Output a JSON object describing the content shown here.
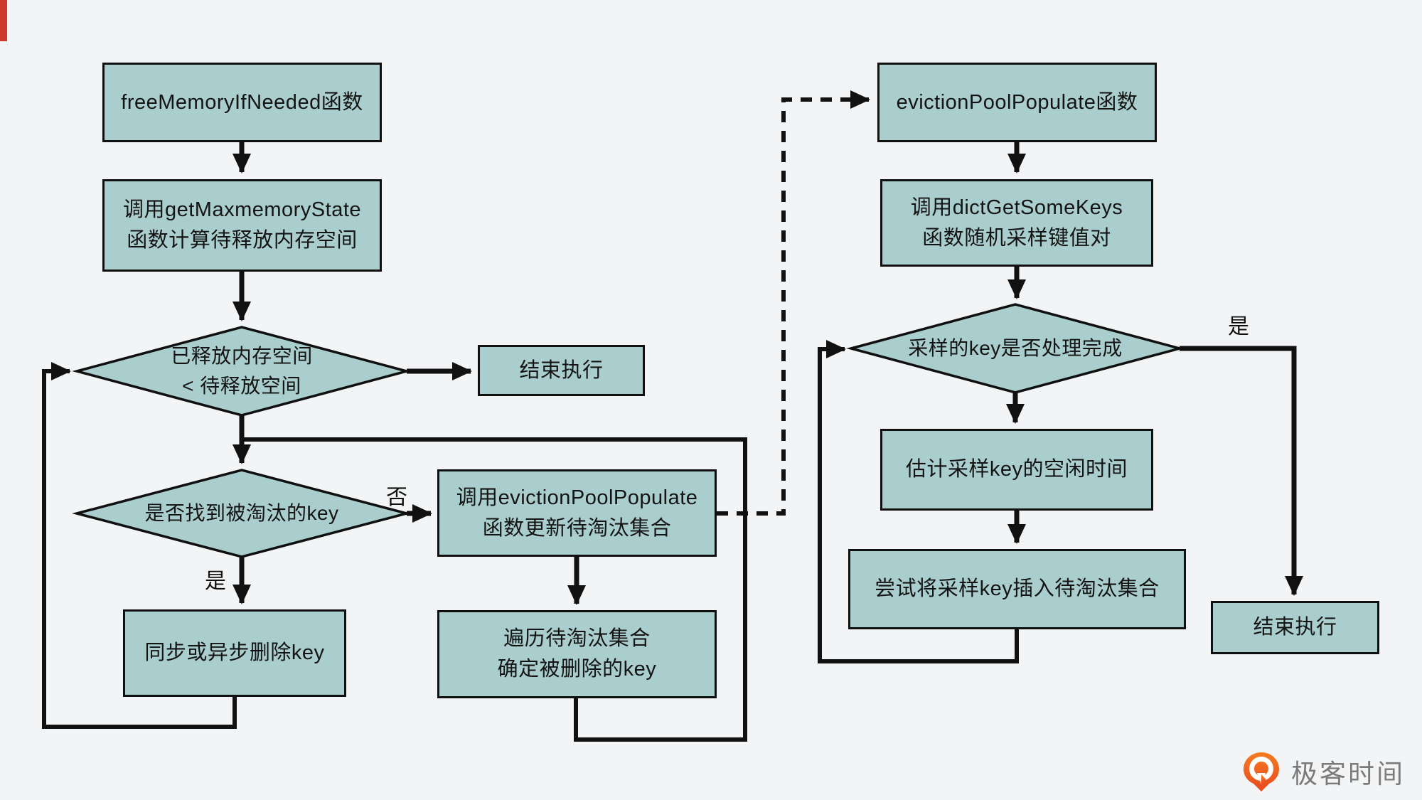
{
  "colors": {
    "background": "#f2f4f6",
    "node_fill": "#a9cecd",
    "line_color": "#111111",
    "logo_orange": "#ed5b26",
    "logo_text_gray": "#7b7b7b"
  },
  "flow_left": {
    "title": "freeMemoryIfNeeded函数",
    "calc_memory": {
      "line1": "调用getMaxmemoryState",
      "line2": "函数计算待释放内存空间"
    },
    "decision_freed": {
      "line1": "已释放内存空间",
      "line2": "< 待释放空间"
    },
    "end": "结束执行",
    "decision_found_key": "是否找到被淘汰的key",
    "update_pool": {
      "line1": "调用evictionPoolPopulate",
      "line2": "函数更新待淘汰集合"
    },
    "traverse_pool": {
      "line1": "遍历待淘汰集合",
      "line2": "确定被删除的key"
    },
    "delete_key": "同步或异步删除key",
    "branch_no": "否",
    "branch_yes": "是"
  },
  "flow_right": {
    "title": "evictionPoolPopulate函数",
    "sample_keys": {
      "line1": "调用dictGetSomeKeys",
      "line2": "函数随机采样键值对"
    },
    "decision_done": "采样的key是否处理完成",
    "estimate_idle": "估计采样key的空闲时间",
    "insert_pool": "尝试将采样key插入待淘汰集合",
    "end": "结束执行",
    "branch_yes": "是"
  },
  "logo": {
    "brand": "极客时间"
  }
}
